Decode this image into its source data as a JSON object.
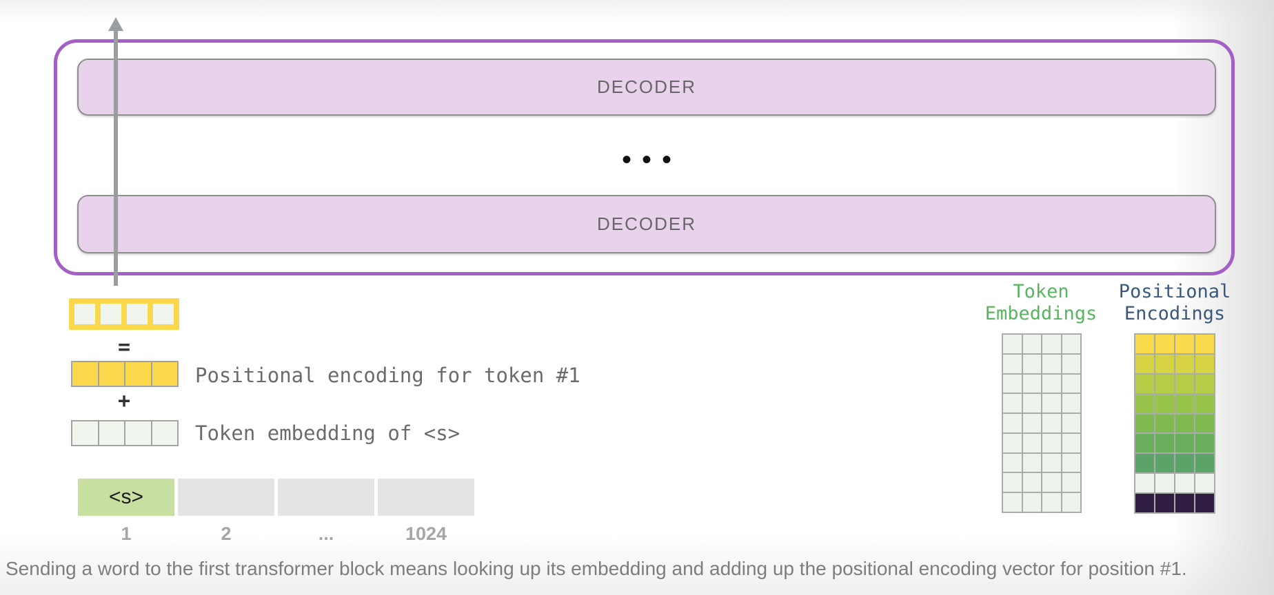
{
  "decoder_stack": {
    "blocks": [
      "DECODER",
      "DECODER"
    ],
    "ellipsis": "•••"
  },
  "sum_diagram": {
    "equals": "=",
    "plus": "+",
    "positional_label": "Positional encoding for token #1",
    "token_label": "Token embedding of <s>",
    "cells_per_vector": 4
  },
  "token_row": {
    "first_token": "<s>",
    "positions": [
      "1",
      "2",
      "...",
      "1024"
    ]
  },
  "matrices": {
    "token_embeddings": {
      "title_line1": "Token",
      "title_line2": "Embeddings",
      "rows": 9,
      "cols": 4,
      "cell_color": "#EDF3EC"
    },
    "positional_encodings": {
      "title_line1": "Positional",
      "title_line2": "Encodings",
      "rows": 9,
      "cols": 4,
      "row_colors": [
        "#F8DA4B",
        "#D5D342",
        "#B5CD47",
        "#97C44B",
        "#7FBA51",
        "#69AE5A",
        "#5AA369",
        "#EDF3EB",
        "#301D42"
      ]
    }
  },
  "caption": "Sending a word to the first transformer block means looking up its embedding and adding up the positional encoding vector for position #1.",
  "colors": {
    "stack_outline": "#A35FC5",
    "decoder_fill": "#E8D2EC",
    "decoder_border": "#8E8E8E",
    "decoder_text": "#666666",
    "arrow": "#9B9EA0",
    "positional_yellow": "#FBD84B",
    "embedding_cell": "#F0F5EE",
    "token_green": "#C8DFA2",
    "token_gray": "#E4E4E4",
    "position_numbers": "#A6A6A6",
    "token_embeddings_title": "#58B55F",
    "positional_encodings_title": "#39587D",
    "caption_text": "#7D7D7D"
  }
}
